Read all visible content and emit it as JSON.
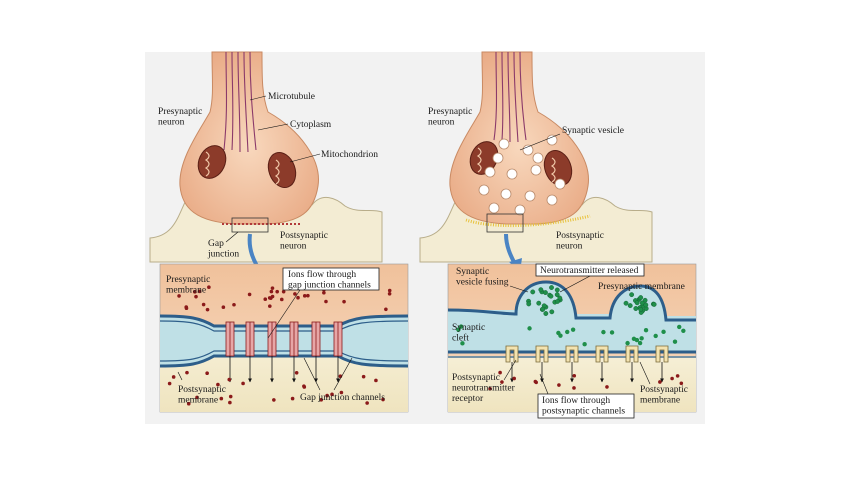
{
  "left_panel": {
    "labels": {
      "presynaptic": "Presynaptic\nneuron",
      "microtubule": "Microtubule",
      "cytoplasm": "Cytoplasm",
      "mitochondrion": "Mitochondrion",
      "postsynaptic": "Postsynaptic\nneuron",
      "gap_junction": "Gap\njunction"
    },
    "inset": {
      "presynaptic_membrane": "Presynaptic\nmembrane",
      "ions_flow": "Ions flow through\ngap junction channels",
      "postsynaptic_membrane": "Postsynaptic\nmembrane",
      "gap_junction_channels": "Gap junction channels"
    }
  },
  "right_panel": {
    "labels": {
      "presynaptic": "Presynaptic\nneuron",
      "synaptic_vesicle": "Synaptic vesicle",
      "postsynaptic": "Postsynaptic\nneuron"
    },
    "inset": {
      "synaptic_vesicle_fusing": "Synaptic\nvesicle fusing",
      "neurotransmitter_released": "Neurotransmitter released",
      "presynaptic_membrane": "Presynaptic membrane",
      "synaptic_cleft": "Synaptic\ncleft",
      "postsynaptic_receptor": "Postsynaptic\nneurotransmitter\nreceptor",
      "ions_flow": "Ions flow through\npostsynaptic channels",
      "postsynaptic_membrane": "Postsynaptic\nmembrane"
    }
  },
  "colors": {
    "neuron_fill": "#f4c9a4",
    "neuron_edge": "#c98a63",
    "post_fill": "#f3ecd3",
    "cleft_fill": "#bfe0e6",
    "membrane": "#2d5e8a",
    "ion_dot": "#8b1a1a",
    "nt_green": "#1f8f4a",
    "highlight_yellow": "#e8c23a",
    "arrow_blue": "#4a84c4"
  }
}
